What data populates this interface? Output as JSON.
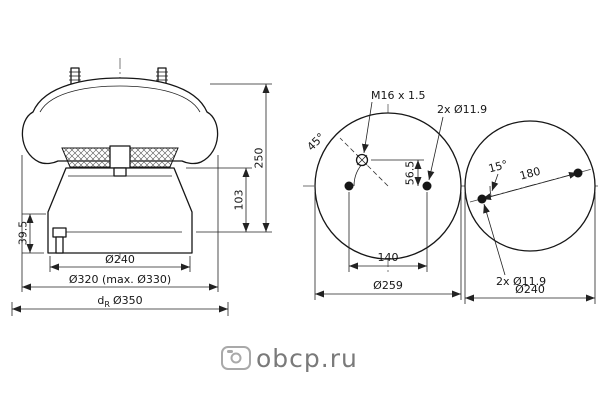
{
  "side_view": {
    "dim_height_total": "250",
    "dim_height_piston": "103",
    "dim_height_base": "39.5",
    "dim_dia_piston": "Ø240",
    "dim_dia_bellows": "Ø320 (max. Ø330)",
    "dim_dia_rolling_prefix": "d",
    "dim_dia_rolling_sub": "R",
    "dim_dia_rolling_value": "Ø350"
  },
  "top_view_bead_plate": {
    "thread_label": "M16 x 1.5",
    "holes_label": "2x Ø11.9",
    "angle_label": "45°",
    "dim_port_offset": "56.5",
    "dim_hole_spacing": "140",
    "dim_outer_dia": "Ø259"
  },
  "top_view_piston": {
    "angle_label": "15°",
    "dim_hole_spacing": "180",
    "holes_label": "2x Ø11.9",
    "dim_outer_dia": "Ø240"
  },
  "watermark": {
    "site": "obcp.ru"
  }
}
